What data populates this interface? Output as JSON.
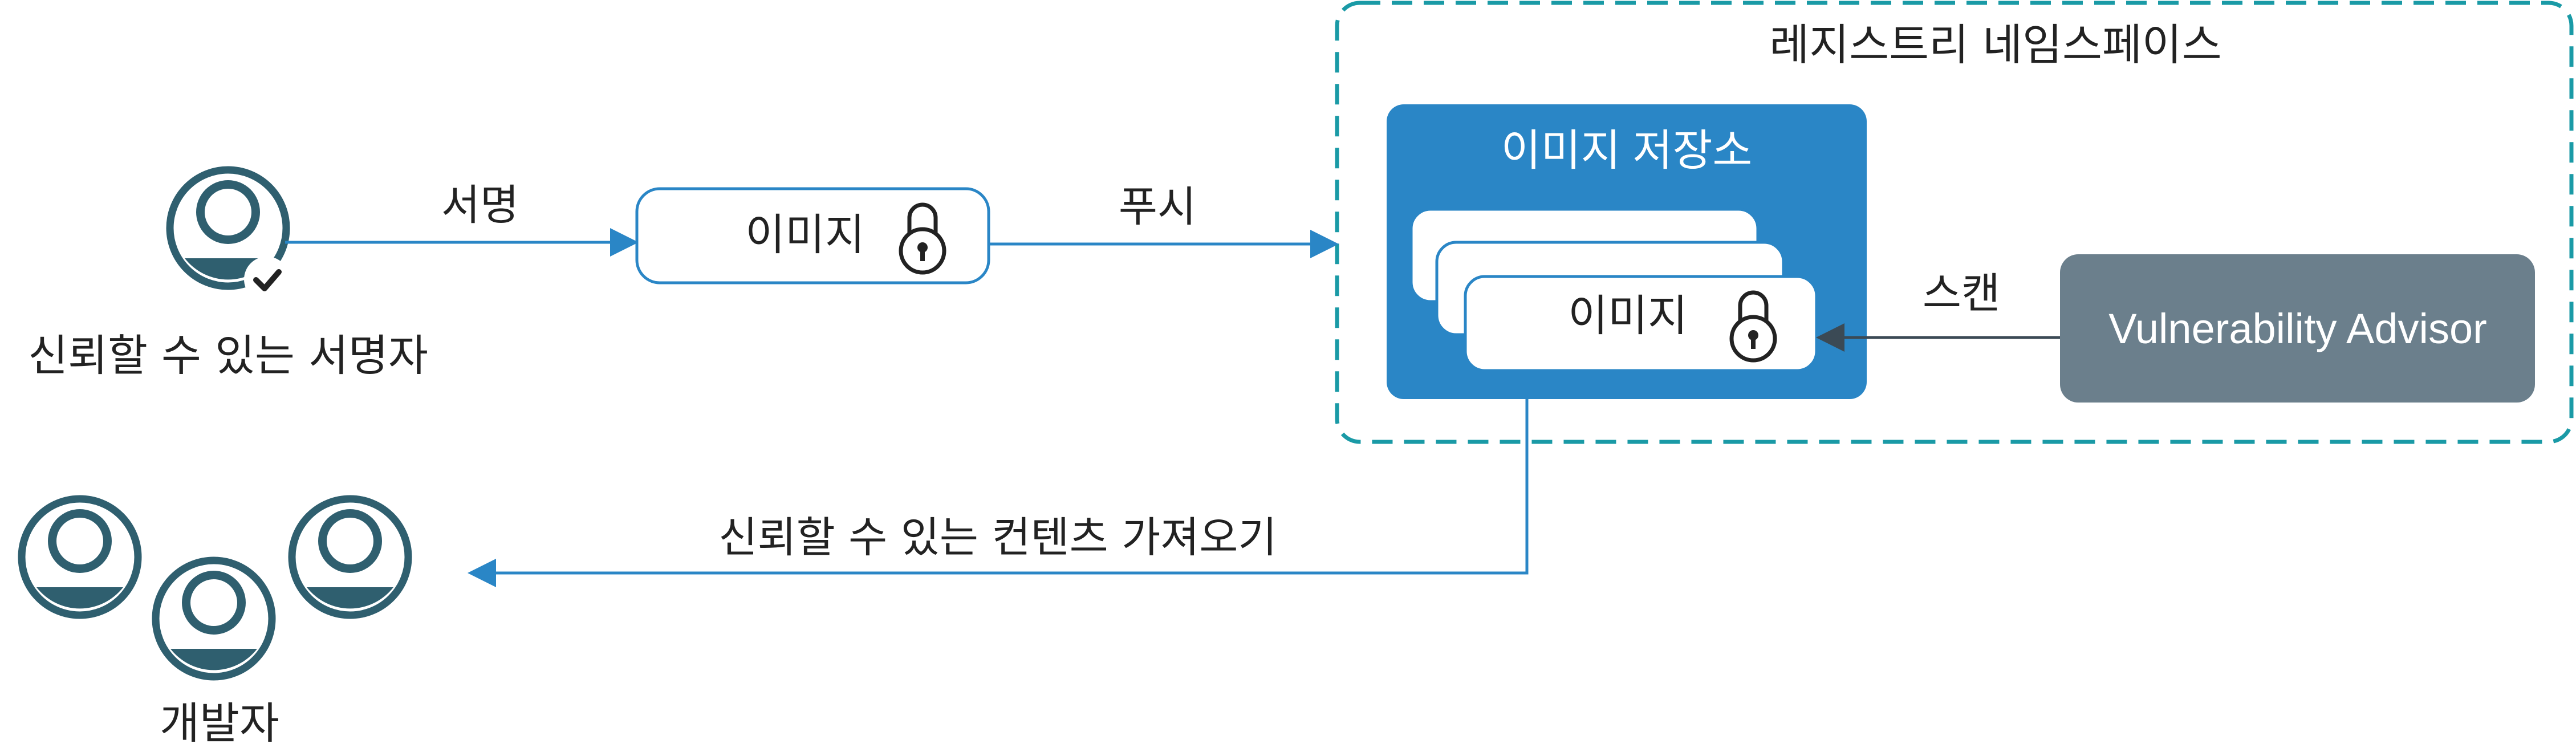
{
  "namespace": {
    "label": "레지스트리 네임스페이스"
  },
  "repository": {
    "label": "이미지 저장소",
    "image_label": "이미지"
  },
  "signed_image": {
    "label": "이미지"
  },
  "signer": {
    "label": "신뢰할 수 있는 서명자"
  },
  "developers": {
    "label": "개발자"
  },
  "scanner": {
    "label": "Vulnerability Advisor"
  },
  "edges": {
    "sign": "서명",
    "push": "푸시",
    "scan": "스캔",
    "pull": "신뢰할 수 있는 컨텐츠 가져오기"
  },
  "colors": {
    "person": "#2f5f6f",
    "arrow": "#2a86c6",
    "repository": "#2a86c6",
    "namespace_border": "#1a9aa6",
    "scanner": "#6b7f8c",
    "scan_arrow": "#3b4a55"
  },
  "icons": {
    "lock": "padlock-icon",
    "person": "user-icon",
    "check": "checkmark-icon"
  }
}
